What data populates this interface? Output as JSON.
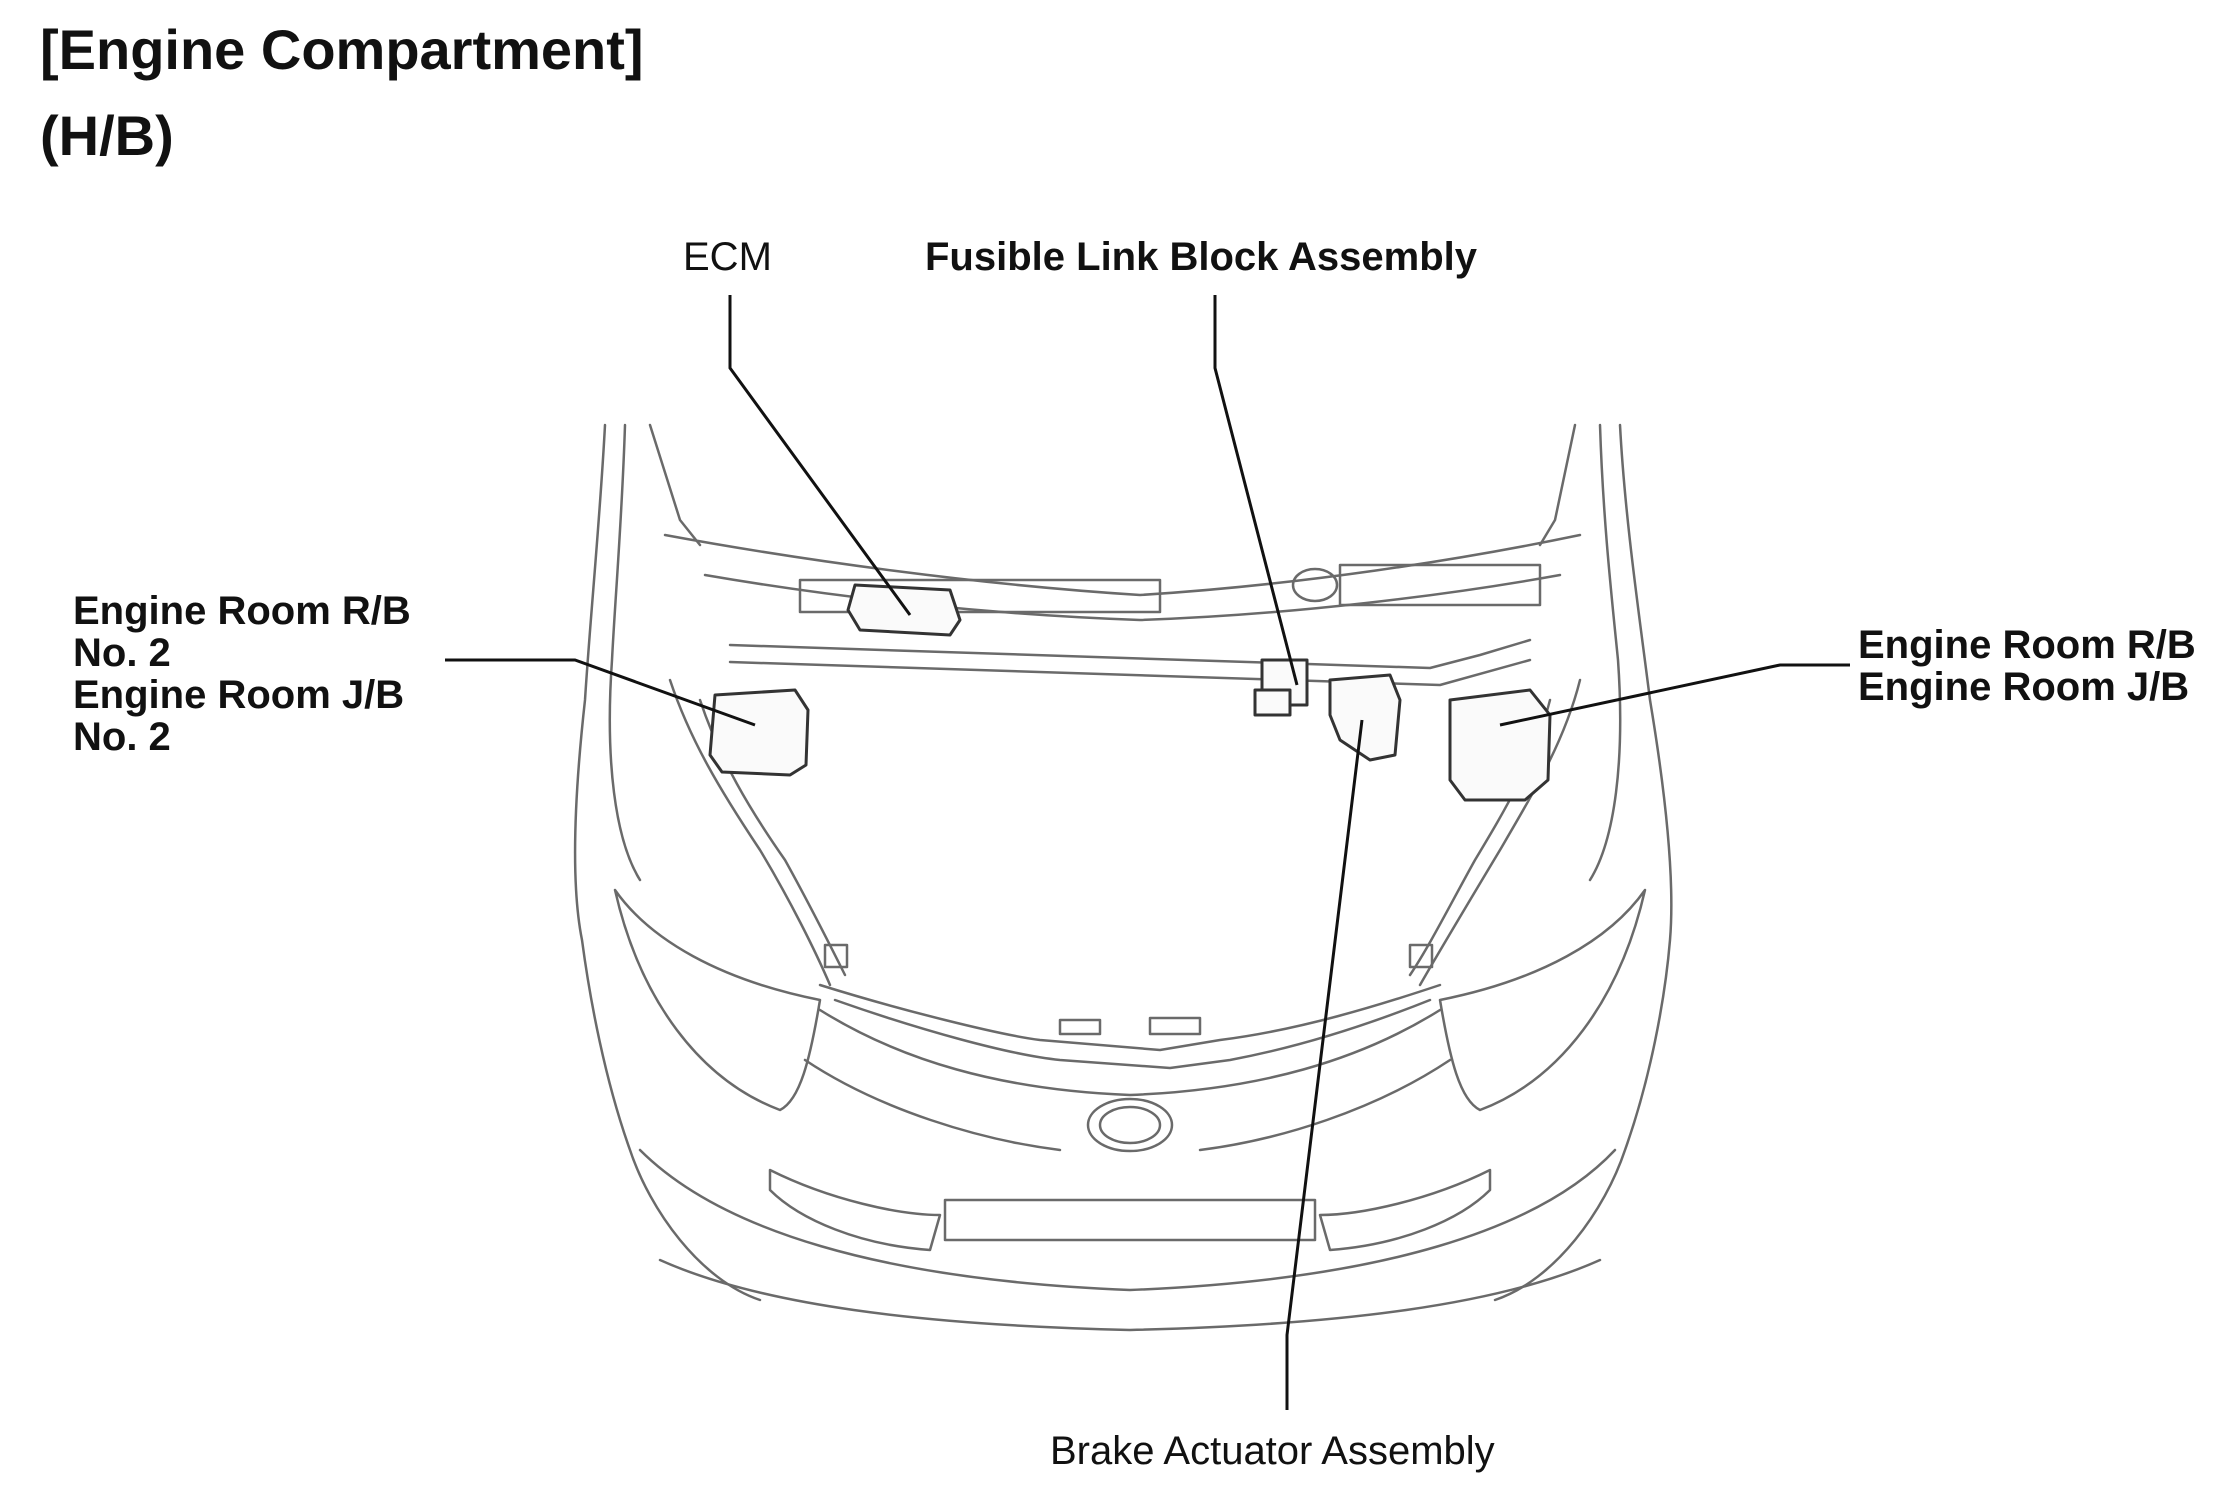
{
  "header": {
    "title": "[Engine Compartment]",
    "subtitle": "(H/B)"
  },
  "callouts": {
    "ecm": "ECM",
    "fusible_link": "Fusible Link Block Assembly",
    "left_rb_line1": "Engine Room R/B",
    "left_rb_line2": "No. 2",
    "left_jb_line1": "Engine Room J/B",
    "left_jb_line2": "No. 2",
    "right_rb": "Engine Room R/B",
    "right_jb": "Engine Room J/B",
    "brake_actuator": "Brake Actuator Assembly"
  },
  "colors": {
    "line_art": "#6a6a6a",
    "leader": "#111111",
    "background": "#ffffff"
  }
}
